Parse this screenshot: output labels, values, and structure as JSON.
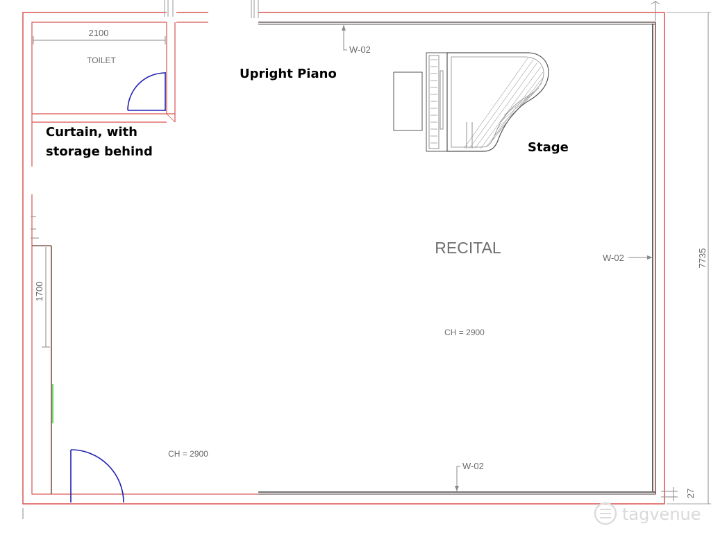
{
  "plan": {
    "rooms": {
      "toilet": "TOILET",
      "main": "RECITAL"
    },
    "dimensions": {
      "toilet_width": "2100",
      "storage_height": "1700",
      "room_height": "7735",
      "wall_gap": "27"
    },
    "wall_tags": {
      "top": "W-02",
      "right": "W-02",
      "bottom": "W-02"
    },
    "ceiling_heights": {
      "center": "CH = 2900",
      "lower_left": "CH = 2900"
    },
    "annotations": {
      "upright_piano": "Upright Piano",
      "curtain_line1": "Curtain, with",
      "curtain_line2": "storage behind",
      "stage": "Stage"
    },
    "watermark": "tagvenue",
    "colors": {
      "outline_red": "#d9534f",
      "wall_dark": "#6b3a2e",
      "door_blue": "#1f1fb0",
      "grey_line": "#8a8a8a",
      "green_mark": "#33cc33"
    }
  }
}
